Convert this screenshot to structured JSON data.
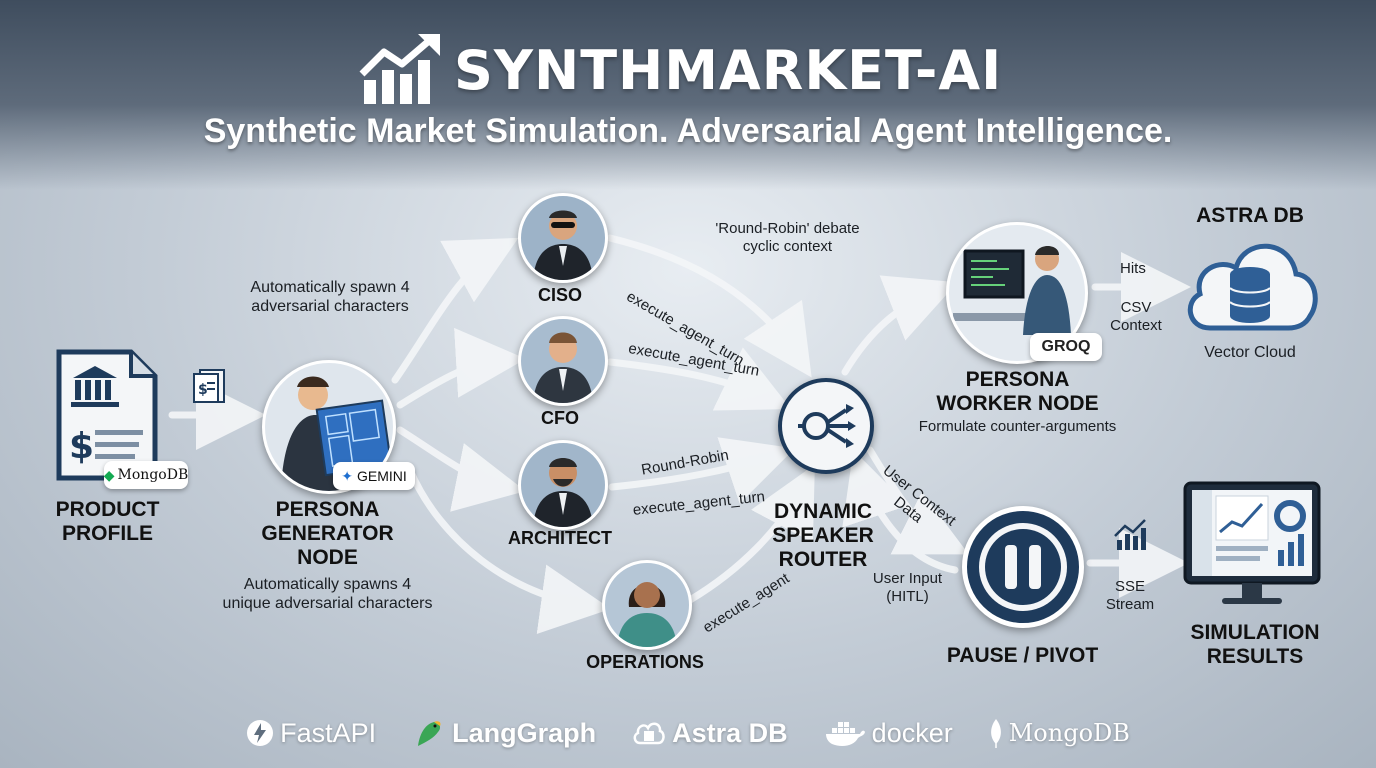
{
  "header": {
    "title": "SYNTHMARKET-AI",
    "tagline": "Synthetic Market Simulation. Adversarial Agent Intelligence."
  },
  "product": {
    "line1": "PRODUCT",
    "line2": "PROFILE",
    "badge": "MongoDB"
  },
  "generator": {
    "line1": "PERSONA",
    "line2": "GENERATOR",
    "line3": "NODE",
    "badge": "GEMINI",
    "top_note_1": "Automatically spawn 4",
    "top_note_2": "adversarial characters",
    "bottom_note_1": "Automatically spawns 4",
    "bottom_note_2": "unique adversarial characters"
  },
  "personas": [
    "CISO",
    "CFO",
    "ARCHITECT",
    "OPERATIONS"
  ],
  "edges": {
    "round_robin_debate_1": "'Round-Robin' debate",
    "round_robin_debate_2": "cyclic context",
    "execute_1": "execute_agent_turn",
    "execute_2": "execute_agent_turn",
    "round_robin": "Round-Robin",
    "execute_3": "execute_agent_turn",
    "execute_4": "execute_agent",
    "user_context_1": "User Context",
    "user_context_2": "Data",
    "user_input_1": "User Input",
    "user_input_2": "(HITL)",
    "hits": "Hits",
    "csv_1": "CSV",
    "csv_2": "Context",
    "sse_1": "SSE",
    "sse_2": "Stream"
  },
  "router": {
    "line1": "DYNAMIC",
    "line2": "SPEAKER",
    "line3": "ROUTER"
  },
  "worker": {
    "line1": "PERSONA",
    "line2": "WORKER NODE",
    "note": "Formulate counter-arguments",
    "badge": "GROQ"
  },
  "astra": {
    "title": "ASTRA DB",
    "caption": "Vector Cloud"
  },
  "pause": {
    "label": "PAUSE / PIVOT"
  },
  "results": {
    "line1": "SIMULATION",
    "line2": "RESULTS"
  },
  "footer": [
    "FastAPI",
    "LangGraph",
    "Astra DB",
    "docker",
    "MongoDB"
  ],
  "colors": {
    "accent": "#1e3b5c",
    "mongodb_green": "#13aa52",
    "groq_red": "#f55036",
    "astra_blue": "#2f5f96"
  }
}
